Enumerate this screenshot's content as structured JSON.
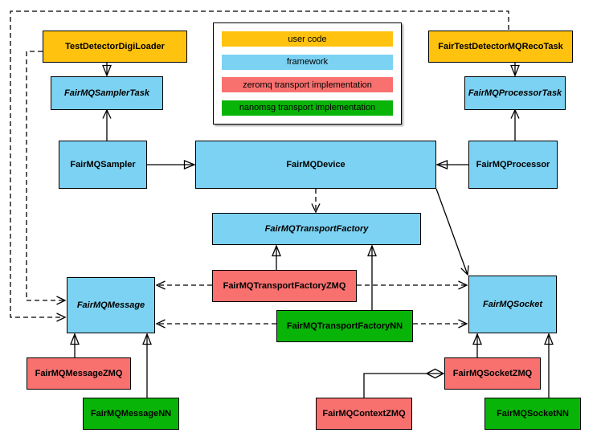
{
  "nodes": {
    "test_detector_digi_loader": {
      "label": "TestDetectorDigiLoader",
      "category": "user code"
    },
    "fair_test_detector_mq_reco_task": {
      "label": "FairTestDetectorMQRecoTask",
      "category": "user code"
    },
    "fair_mq_sampler_task": {
      "label": "FairMQSamplerTask",
      "category": "framework",
      "abstract": true
    },
    "fair_mq_processor_task": {
      "label": "FairMQProcessorTask",
      "category": "framework",
      "abstract": true
    },
    "fair_mq_sampler": {
      "label": "FairMQSampler",
      "category": "framework"
    },
    "fair_mq_device": {
      "label": "FairMQDevice",
      "category": "framework"
    },
    "fair_mq_processor": {
      "label": "FairMQProcessor",
      "category": "framework"
    },
    "fair_mq_transport_factory": {
      "label": "FairMQTransportFactory",
      "category": "framework",
      "abstract": true
    },
    "fair_mq_transport_factory_zmq": {
      "label": "FairMQTransportFactoryZMQ",
      "category": "zeromq transport implementation"
    },
    "fair_mq_transport_factory_nn": {
      "label": "FairMQTransportFactoryNN",
      "category": "nanomsg transport implementation"
    },
    "fair_mq_message": {
      "label": "FairMQMessage",
      "category": "framework",
      "abstract": true
    },
    "fair_mq_socket": {
      "label": "FairMQSocket",
      "category": "framework",
      "abstract": true
    },
    "fair_mq_message_zmq": {
      "label": "FairMQMessageZMQ",
      "category": "zeromq transport implementation"
    },
    "fair_mq_message_nn": {
      "label": "FairMQMessageNN",
      "category": "nanomsg transport implementation"
    },
    "fair_mq_socket_zmq": {
      "label": "FairMQSocketZMQ",
      "category": "zeromq transport implementation"
    },
    "fair_mq_socket_nn": {
      "label": "FairMQSocketNN",
      "category": "nanomsg transport implementation"
    },
    "fair_mq_context_zmq": {
      "label": "FairMQContextZMQ",
      "category": "zeromq transport implementation"
    }
  },
  "legend": {
    "items": [
      {
        "label": "user code",
        "color": "#FFC20E"
      },
      {
        "label": "framework",
        "color": "#7CD2F2"
      },
      {
        "label": "zeromq transport implementation",
        "color": "#F8716F"
      },
      {
        "label": "nanomsg transport implementation",
        "color": "#08B408"
      }
    ]
  },
  "colors": {
    "user_code": "#FFC20E",
    "framework": "#7CD2F2",
    "zeromq": "#F8716F",
    "nanomsg": "#08B408",
    "border": "#000000",
    "background": "#FFFFFF"
  },
  "relationships": [
    {
      "from": "TestDetectorDigiLoader",
      "to": "FairMQSamplerTask",
      "type": "inheritance"
    },
    {
      "from": "FairTestDetectorMQRecoTask",
      "to": "FairMQProcessorTask",
      "type": "inheritance"
    },
    {
      "from": "FairMQSampler",
      "to": "FairMQSamplerTask",
      "type": "association"
    },
    {
      "from": "FairMQProcessor",
      "to": "FairMQProcessorTask",
      "type": "association"
    },
    {
      "from": "FairMQSampler",
      "to": "FairMQDevice",
      "type": "inheritance"
    },
    {
      "from": "FairMQProcessor",
      "to": "FairMQDevice",
      "type": "inheritance"
    },
    {
      "from": "FairMQDevice",
      "to": "FairMQTransportFactory",
      "type": "dependency"
    },
    {
      "from": "FairMQDevice",
      "to": "FairMQSocket",
      "type": "association"
    },
    {
      "from": "FairMQTransportFactoryZMQ",
      "to": "FairMQTransportFactory",
      "type": "inheritance"
    },
    {
      "from": "FairMQTransportFactoryNN",
      "to": "FairMQTransportFactory",
      "type": "inheritance"
    },
    {
      "from": "FairMQTransportFactoryZMQ",
      "to": "FairMQMessage",
      "type": "dependency"
    },
    {
      "from": "FairMQTransportFactoryZMQ",
      "to": "FairMQSocket",
      "type": "dependency"
    },
    {
      "from": "FairMQTransportFactoryNN",
      "to": "FairMQMessage",
      "type": "dependency"
    },
    {
      "from": "FairMQTransportFactoryNN",
      "to": "FairMQSocket",
      "type": "dependency"
    },
    {
      "from": "TestDetectorDigiLoader",
      "to": "FairMQMessage",
      "type": "dependency"
    },
    {
      "from": "FairTestDetectorMQRecoTask",
      "to": "FairMQMessage",
      "type": "dependency"
    },
    {
      "from": "FairMQMessageZMQ",
      "to": "FairMQMessage",
      "type": "inheritance"
    },
    {
      "from": "FairMQMessageNN",
      "to": "FairMQMessage",
      "type": "inheritance"
    },
    {
      "from": "FairMQSocketZMQ",
      "to": "FairMQSocket",
      "type": "inheritance"
    },
    {
      "from": "FairMQSocketNN",
      "to": "FairMQSocket",
      "type": "inheritance"
    },
    {
      "from": "FairMQSocketZMQ",
      "to": "FairMQContextZMQ",
      "type": "composition"
    }
  ]
}
